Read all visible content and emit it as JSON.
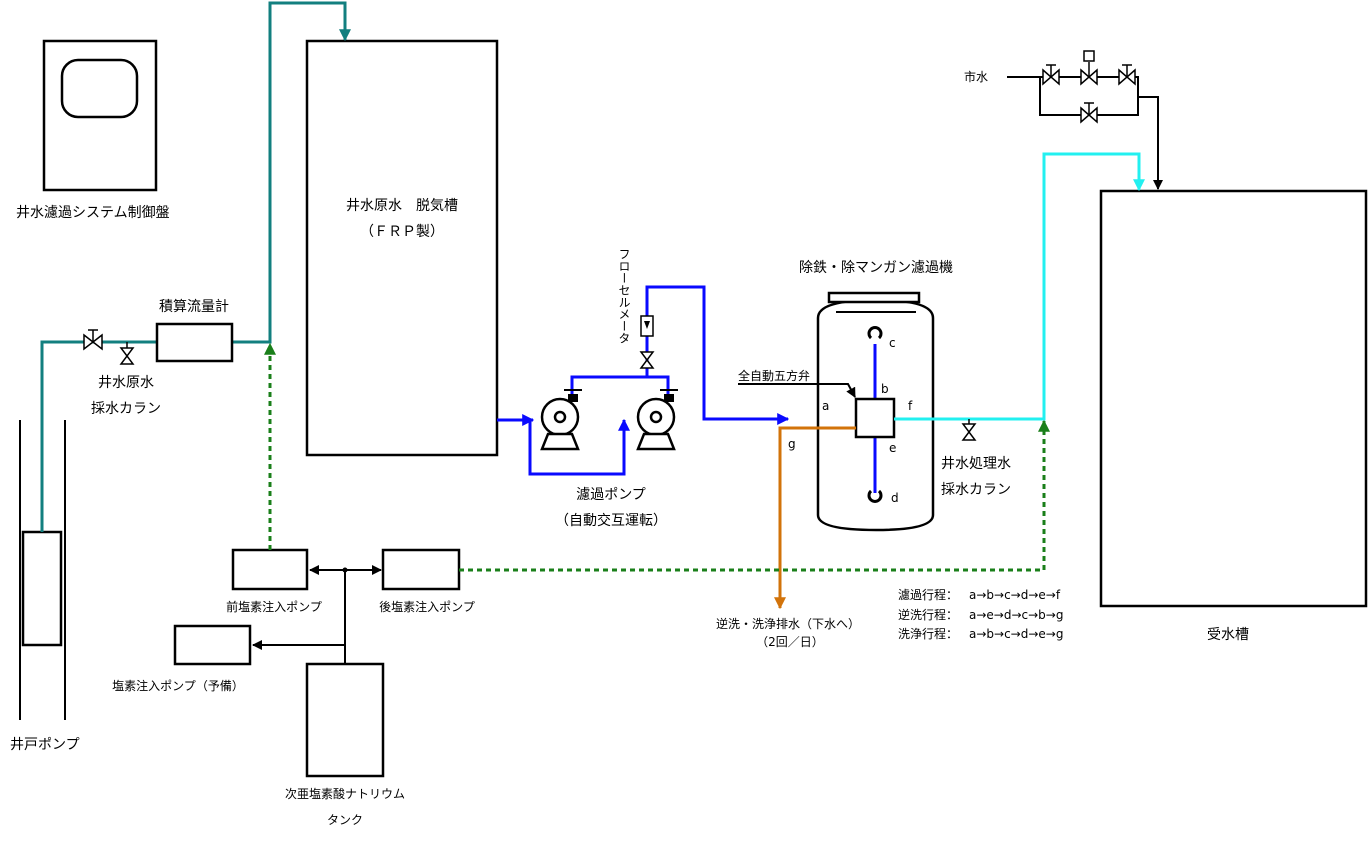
{
  "labels": {
    "control_panel": "井水濾過システム制御盤",
    "degas_tank_l1": "井水原水　脱気槽",
    "degas_tank_l2": "（ＦＲＰ製）",
    "flowmeter": "積算流量計",
    "raw_tap_l1": "井水原水",
    "raw_tap_l2": "採水カラン",
    "well_pump": "井戸ポンプ",
    "flowcell_meter": "フローセルメータ",
    "filter_pump_l1": "濾過ポンプ",
    "filter_pump_l2": "（自動交互運転）",
    "filter_machine": "除鉄・除マンガン濾過機",
    "five_way_valve": "全自動五方弁",
    "treated_tap_l1": "井水処理水",
    "treated_tap_l2": "採水カラン",
    "city_water": "市水",
    "receiving_tank": "受水槽",
    "pre_chlorine_pump": "前塩素注入ポンプ",
    "post_chlorine_pump": "後塩素注入ポンプ",
    "spare_chlorine_pump": "塩素注入ポンプ（予備）",
    "hypo_tank_l1": "次亜塩素酸ナトリウム",
    "hypo_tank_l2": "タンク",
    "drain_l1": "逆洗・洗浄排水（下水へ）",
    "drain_l2": "（2回／日）"
  },
  "ports": {
    "a": "a",
    "b": "b",
    "c": "c",
    "d": "d",
    "e": "e",
    "f": "f",
    "g": "g"
  },
  "processes": [
    {
      "name": "濾過行程：",
      "seq": "a→b→c→d→e→f"
    },
    {
      "name": "逆洗行程：",
      "seq": "a→e→d→c→b→g"
    },
    {
      "name": "洗浄行程：",
      "seq": "a→b→c→d→e→g"
    }
  ],
  "colors": {
    "raw_water_line": "#127F7F",
    "filter_line": "#0A0AFF",
    "treated_line": "#22F0F0",
    "drain_line": "#D2730A",
    "chlorine_line": "#1A7F1A"
  }
}
